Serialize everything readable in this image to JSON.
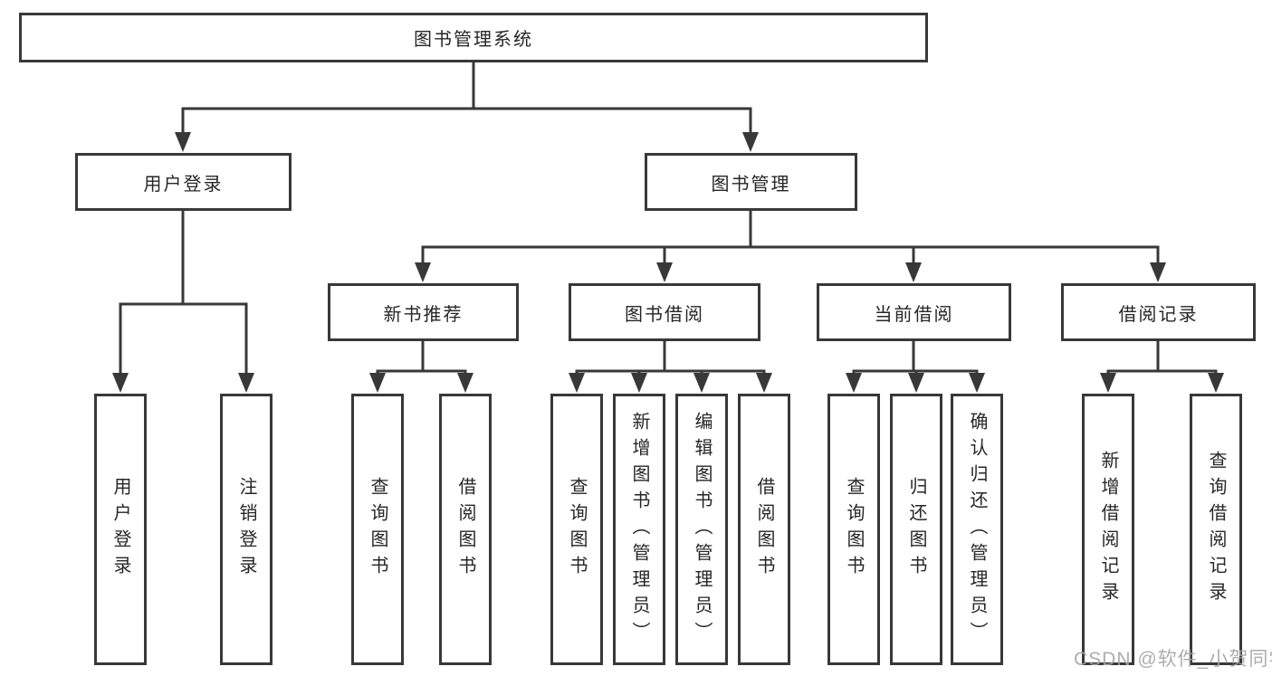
{
  "diagram": {
    "title": "图书管理系统",
    "root": {
      "label": "图书管理系统"
    },
    "level2": [
      {
        "label": "用户登录"
      },
      {
        "label": "图书管理"
      }
    ],
    "level3": [
      {
        "label": "新书推荐",
        "parent": "图书管理"
      },
      {
        "label": "图书借阅",
        "parent": "图书管理"
      },
      {
        "label": "当前借阅",
        "parent": "图书管理"
      },
      {
        "label": "借阅记录",
        "parent": "图书管理"
      }
    ],
    "leaves": [
      {
        "label": "用户登录",
        "parent": "用户登录"
      },
      {
        "label": "注销登录",
        "parent": "用户登录"
      },
      {
        "label": "查询图书",
        "parent": "新书推荐"
      },
      {
        "label": "借阅图书",
        "parent": "新书推荐"
      },
      {
        "label": "查询图书",
        "parent": "图书借阅"
      },
      {
        "label": "新增图书（管理员）",
        "parent": "图书借阅"
      },
      {
        "label": "编辑图书（管理员）",
        "parent": "图书借阅"
      },
      {
        "label": "借阅图书",
        "parent": "图书借阅"
      },
      {
        "label": "查询图书",
        "parent": "当前借阅"
      },
      {
        "label": "归还图书",
        "parent": "当前借阅"
      },
      {
        "label": "确认归还（管理员）",
        "parent": "当前借阅"
      },
      {
        "label": "新增借阅记录",
        "parent": "借阅记录"
      },
      {
        "label": "查询借阅记录",
        "parent": "借阅记录"
      }
    ],
    "line_color": "#383838",
    "watermark": "CSDN @软件_小贺同学"
  }
}
